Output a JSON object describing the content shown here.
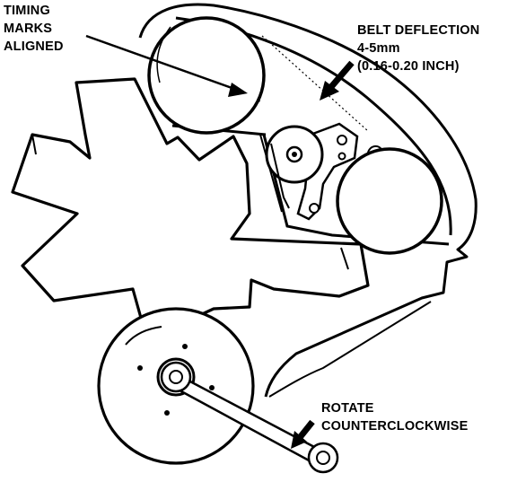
{
  "labels": {
    "timing": [
      "TIMING",
      "MARKS",
      "ALIGNED"
    ],
    "deflection": [
      "BELT DEFLECTION",
      "4-5mm",
      "(0.16-0.20 INCH)"
    ],
    "rotate": [
      "ROTATE",
      "COUNTERCLOCKWISE"
    ]
  }
}
